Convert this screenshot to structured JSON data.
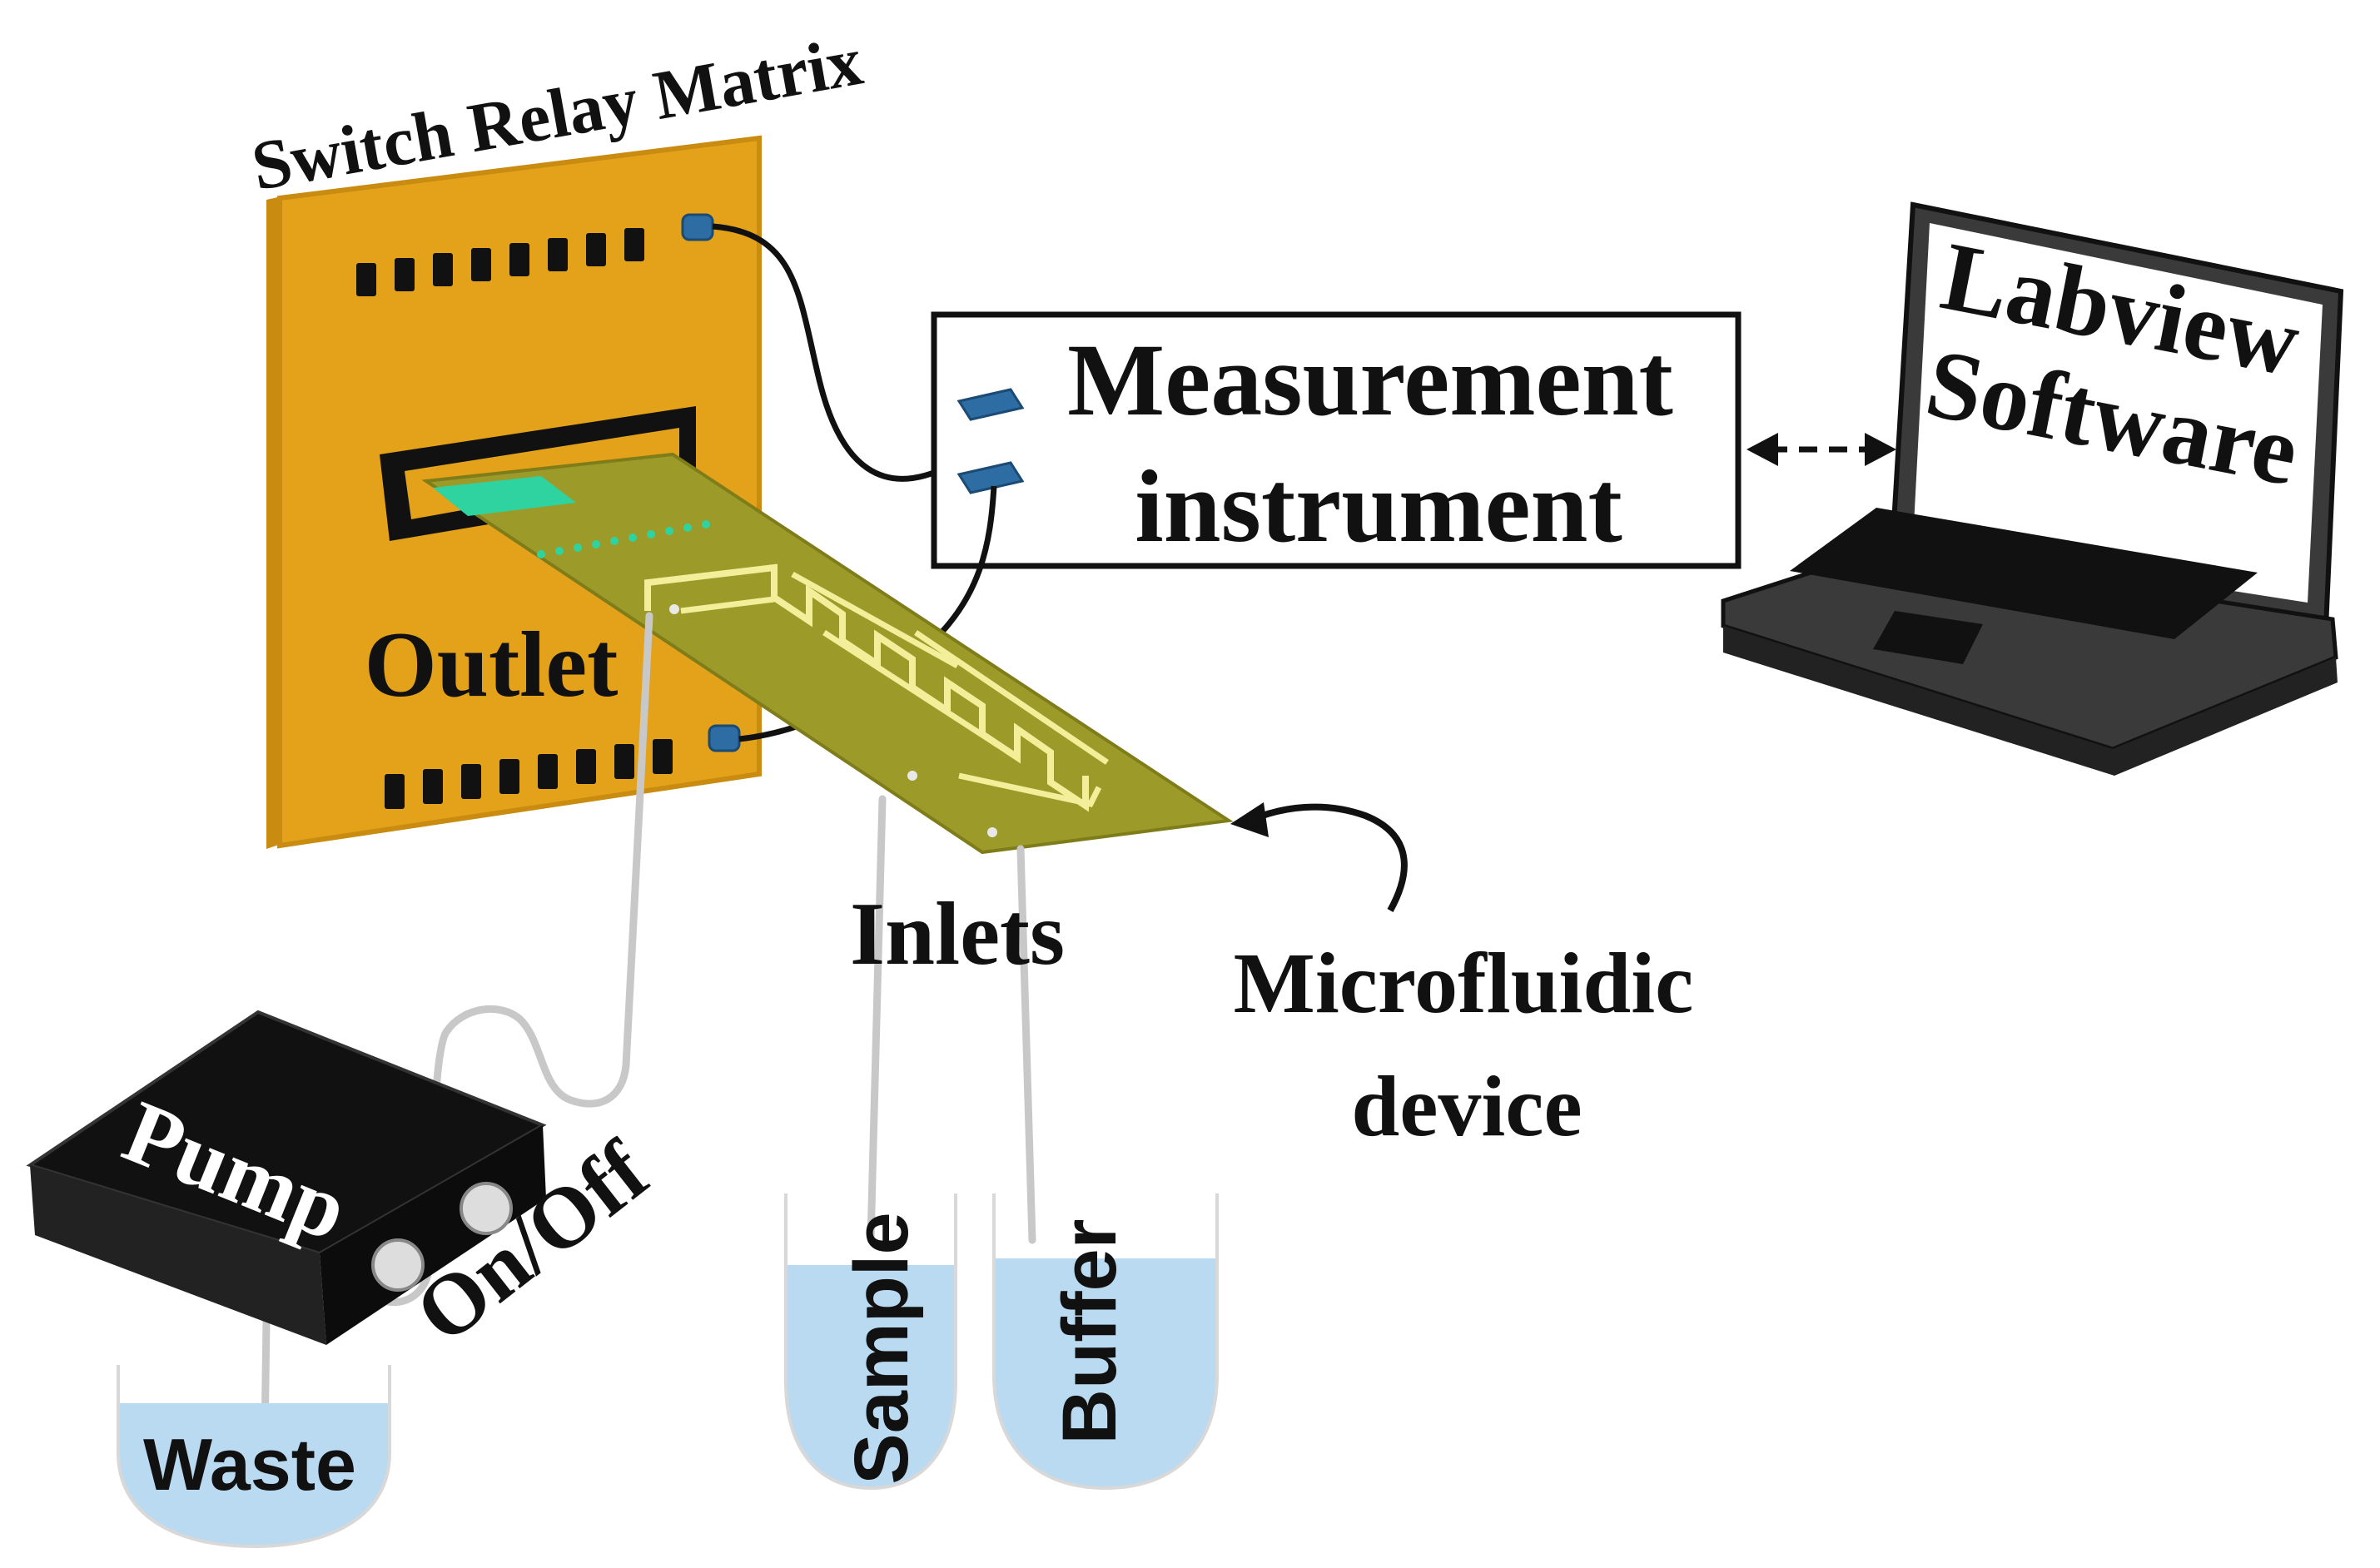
{
  "labels": {
    "switch_relay_matrix": "Switch Relay Matrix",
    "outlet": "Outlet",
    "measurement_line1": "Measurement",
    "measurement_line2": "instrument",
    "labview_line1": "Labview",
    "labview_line2": "Software",
    "inlets": "Inlets",
    "microfluidic_line1": "Microfluidic",
    "microfluidic_line2": "device",
    "pump": "Pump",
    "on_off": "On/Off",
    "waste": "Waste",
    "sample": "Sample",
    "buffer": "Buffer"
  },
  "colors": {
    "relay_board": "#E3A21A",
    "relay_board_edge": "#C98B10",
    "chip": "#9C9B2A",
    "chip_edge": "#7E7D1A",
    "electrode": "#F2EE9A",
    "green_pads": "#2ED3A0",
    "connector": "#2E6DA4",
    "liquid": "#B9DAF0",
    "tube": "#C8C8C8",
    "laptop_body": "#3A3A3A",
    "laptop_dark": "#111111",
    "pump_body": "#111111"
  },
  "icons": {
    "relay": "switch-relay-board-icon",
    "laptop": "laptop-icon",
    "pump": "pump-icon",
    "chip": "microfluidic-chip-icon"
  }
}
